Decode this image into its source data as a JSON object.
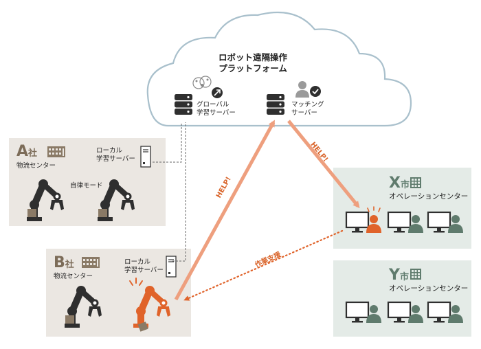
{
  "cloud": {
    "title_line1": "ロボット遠隔操作",
    "title_line2": "プラットフォーム",
    "global_server_line1": "グローバル",
    "global_server_line2": "学習サーバー",
    "matching_server_line1": "マッチング",
    "matching_server_line2": "サーバー"
  },
  "company_a": {
    "letter": "A",
    "kanji": "社",
    "name": "物流センター",
    "server_line1": "ローカル",
    "server_line2": "学習サーバー",
    "mode": "自律モード"
  },
  "company_b": {
    "letter": "B",
    "kanji": "社",
    "name": "物流センター",
    "server_line1": "ローカル",
    "server_line2": "学習サーバー"
  },
  "city_x": {
    "letter": "X",
    "kanji": "市",
    "name": "オペレーションセンター"
  },
  "city_y": {
    "letter": "Y",
    "kanji": "市",
    "name": "オペレーションセンター"
  },
  "arrows": {
    "help_left": "HELP!",
    "help_right": "HELP!",
    "support": "作業支援"
  },
  "colors": {
    "orange": "#e0632a",
    "salmon": "#ee9f7e",
    "company_panel": "#ebe7e2",
    "city_panel": "#e4ebe7",
    "cloud_stroke": "#a9c0cc",
    "dark": "#2f2f2f"
  }
}
